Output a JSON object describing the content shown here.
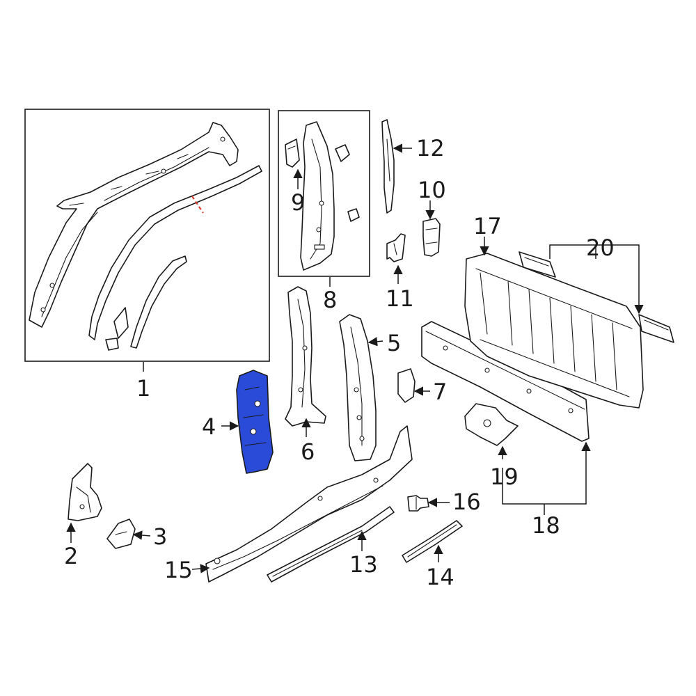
{
  "diagram": {
    "highlight_color": "#2a4bd7",
    "cut_mark_color": "#e03c31",
    "line_color": "#1a1a1a",
    "background": "#ffffff",
    "highlighted_part": "4",
    "callouts": {
      "c1": "1",
      "c2": "2",
      "c3": "3",
      "c4": "4",
      "c5": "5",
      "c6": "6",
      "c7": "7",
      "c8": "8",
      "c9": "9",
      "c10": "10",
      "c11": "11",
      "c12": "12",
      "c13": "13",
      "c14": "14",
      "c15": "15",
      "c16": "16",
      "c17": "17",
      "c18": "18",
      "c19": "19",
      "c20": "20"
    }
  }
}
